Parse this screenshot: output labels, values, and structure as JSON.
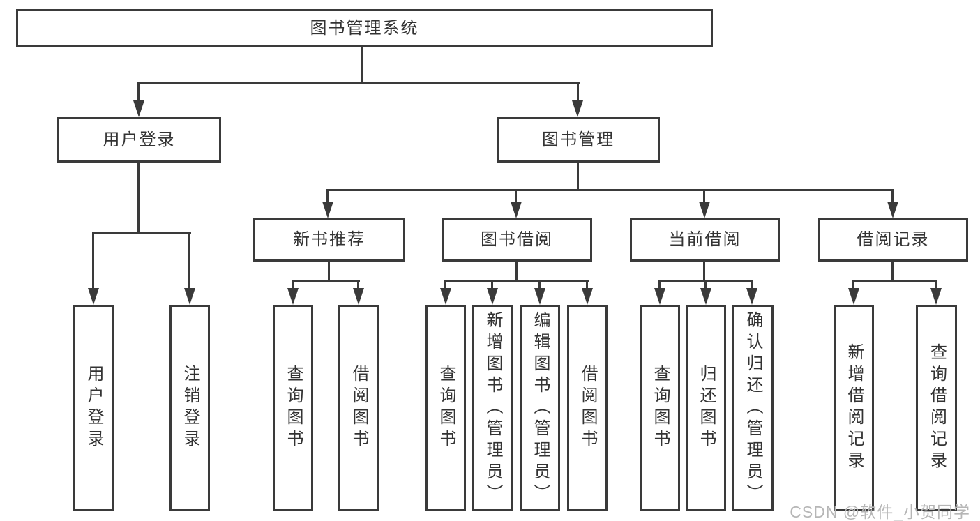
{
  "tree": {
    "root": {
      "label": "图书管理系统"
    },
    "branches": [
      {
        "label": "用户登录",
        "children": [
          {
            "label": "用户登录"
          },
          {
            "label": "注销登录"
          }
        ]
      },
      {
        "label": "图书管理",
        "children": [
          {
            "label": "新书推荐",
            "children": [
              {
                "label": "查询图书"
              },
              {
                "label": "借阅图书"
              }
            ]
          },
          {
            "label": "图书借阅",
            "children": [
              {
                "label": "查询图书"
              },
              {
                "label": "新增图书（管理员）"
              },
              {
                "label": "编辑图书（管理员）"
              },
              {
                "label": "借阅图书"
              }
            ]
          },
          {
            "label": "当前借阅",
            "children": [
              {
                "label": "查询图书"
              },
              {
                "label": "归还图书"
              },
              {
                "label": "确认归还（管理员）"
              }
            ]
          },
          {
            "label": "借阅记录",
            "children": [
              {
                "label": "新增借阅记录"
              },
              {
                "label": "查询借阅记录"
              }
            ]
          }
        ]
      }
    ]
  },
  "watermark": {
    "text": "CSDN @软件_小贺同学",
    "color": "#b6b6b6"
  },
  "colors": {
    "line": "#3a3a3a",
    "box_border": "#3a3a3a",
    "text": "#333333",
    "background": "#ffffff"
  }
}
